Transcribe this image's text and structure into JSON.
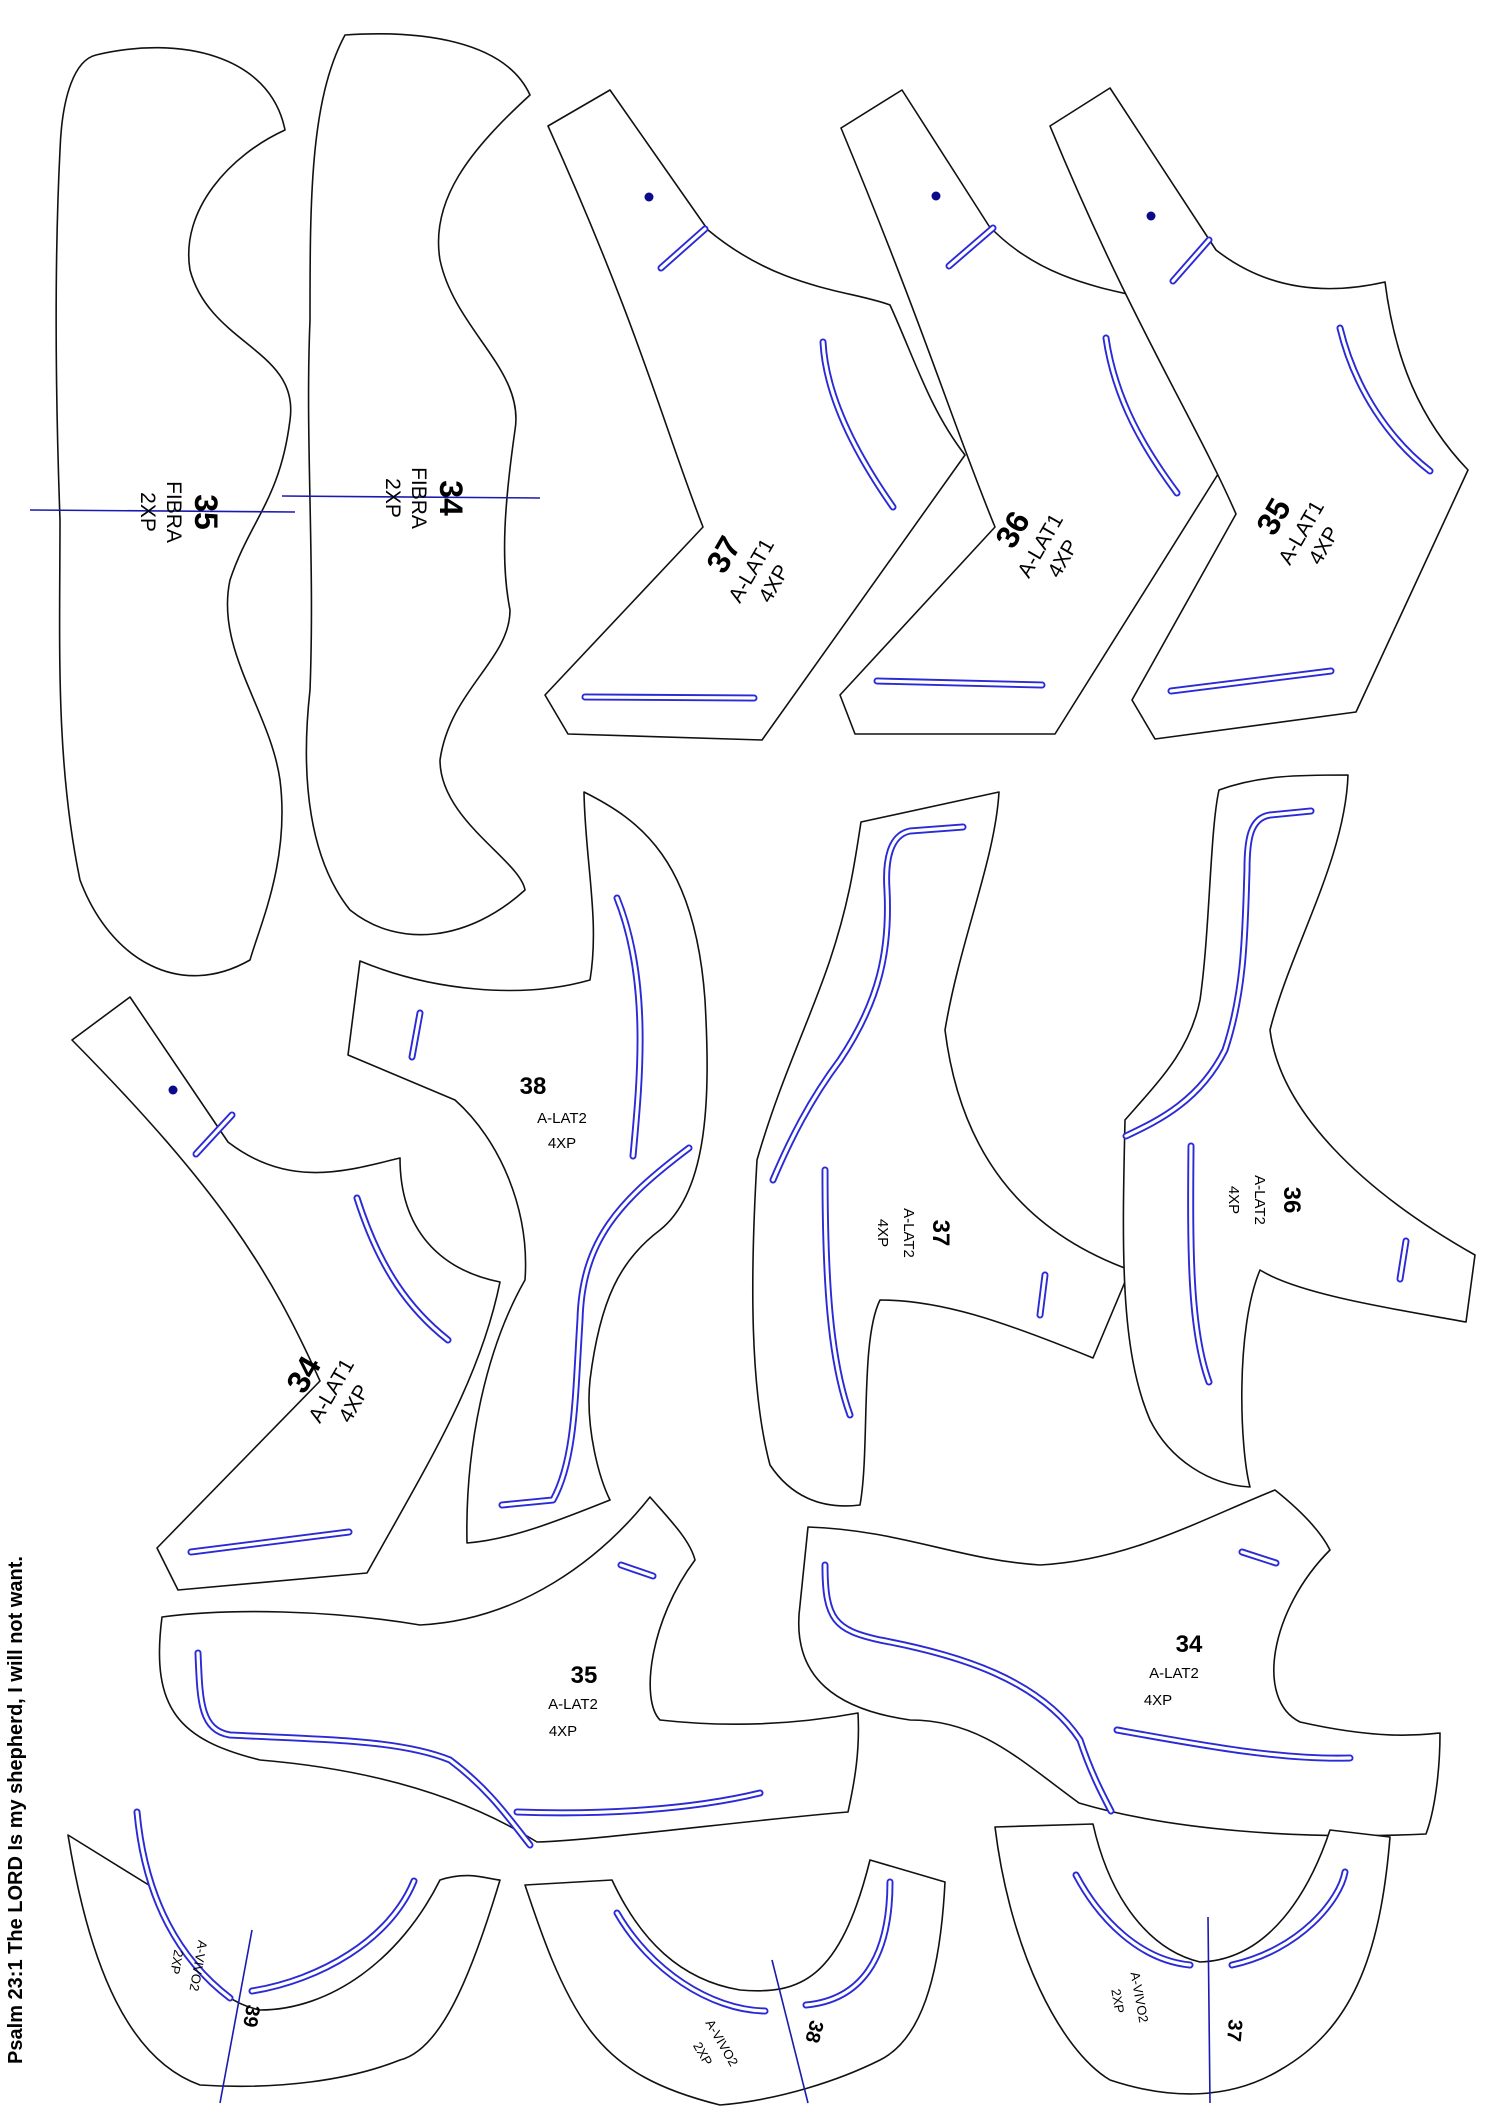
{
  "footer": {
    "verse": "Psalm 23:1 The LORD Is my shepherd, I will not want."
  },
  "pieces": [
    {
      "id": "fibra-35",
      "number": "35",
      "name": "FIBRA",
      "qty": "2XP"
    },
    {
      "id": "fibra-34",
      "number": "34",
      "name": "FIBRA",
      "qty": "2XP"
    },
    {
      "id": "lat1-37",
      "number": "37",
      "name": "A-LAT1",
      "qty": "4XP"
    },
    {
      "id": "lat1-36",
      "number": "36",
      "name": "A-LAT1",
      "qty": "4XP"
    },
    {
      "id": "lat1-35",
      "number": "35",
      "name": "A-LAT1",
      "qty": "4XP"
    },
    {
      "id": "lat1-34",
      "number": "34",
      "name": "A-LAT1",
      "qty": "4XP"
    },
    {
      "id": "lat2-38",
      "number": "38",
      "name": "A-LAT2",
      "qty": "4XP"
    },
    {
      "id": "lat2-37",
      "number": "37",
      "name": "A-LAT2",
      "qty": "4XP"
    },
    {
      "id": "lat2-36",
      "number": "36",
      "name": "A-LAT2",
      "qty": "4XP"
    },
    {
      "id": "lat2-35",
      "number": "35",
      "name": "A-LAT2",
      "qty": "4XP"
    },
    {
      "id": "lat2-34",
      "number": "34",
      "name": "A-LAT2",
      "qty": "4XP"
    },
    {
      "id": "vivo2-39",
      "number": "39",
      "name": "A-VIVO2",
      "qty": "2XP"
    },
    {
      "id": "vivo2-38",
      "number": "38",
      "name": "A-VIVO2",
      "qty": "2XP"
    },
    {
      "id": "vivo2-37",
      "number": "37",
      "name": "A-VIVO2",
      "qty": "2XP"
    }
  ],
  "colors": {
    "outline": "#111111",
    "slot": "#2a2ad6",
    "grainline": "#1a1ab0",
    "background": "#ffffff"
  }
}
